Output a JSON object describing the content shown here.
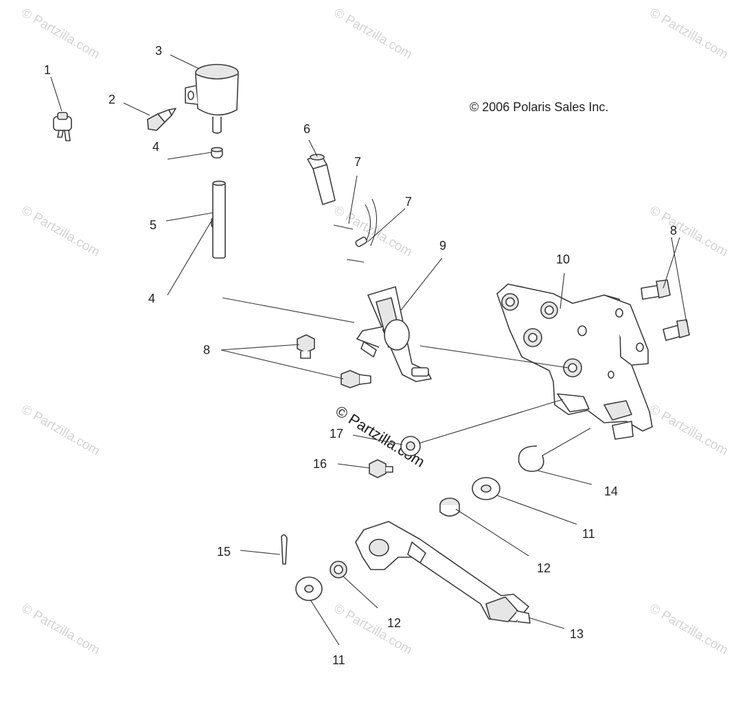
{
  "copyright": "© 2006 Polaris Sales Inc.",
  "watermark": {
    "text": "© Partzilla.com",
    "center_text": "© Partzilla.com"
  },
  "callouts": [
    "1",
    "2",
    "3",
    "4",
    "4",
    "5",
    "6",
    "7",
    "7",
    "8",
    "8",
    "9",
    "10",
    "11",
    "11",
    "12",
    "12",
    "13",
    "14",
    "15",
    "16",
    "17"
  ],
  "colors": {
    "line": "#3a3a3a",
    "label": "#222222",
    "watermark": "#d4d4d4"
  }
}
